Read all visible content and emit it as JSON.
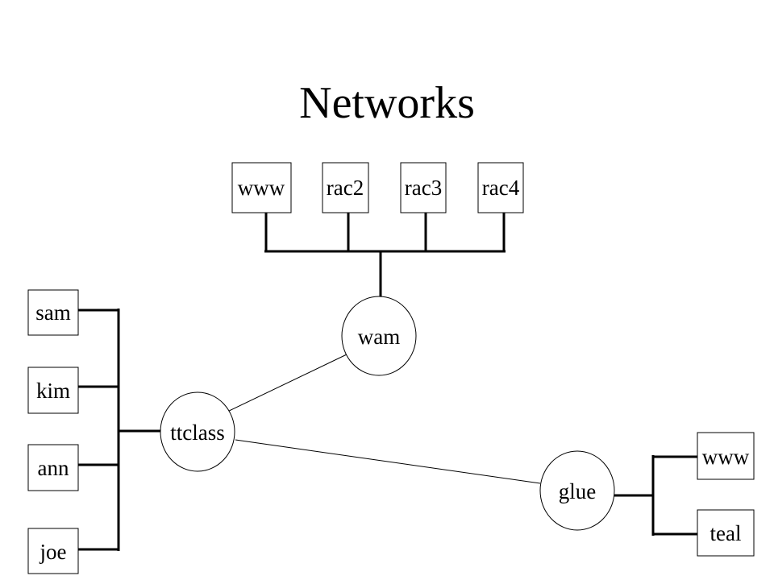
{
  "title": "Networks",
  "top_hosts": [
    "www",
    "rac2",
    "rac3",
    "rac4"
  ],
  "left_hosts": [
    "sam",
    "kim",
    "ann",
    "joe"
  ],
  "right_hosts": [
    "www",
    "teal"
  ],
  "routers": {
    "wam": "wam",
    "ttclass": "ttclass",
    "glue": "glue"
  }
}
